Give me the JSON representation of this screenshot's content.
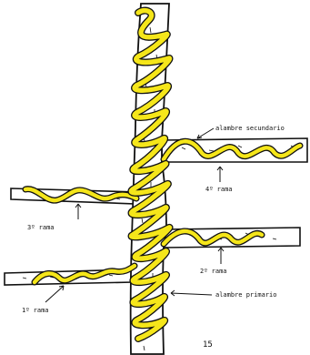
{
  "labels": {
    "secondary_wire": "alambre secundario",
    "primary_wire": "alambre primario",
    "branch_1": "1º rama",
    "branch_2": "2º rama",
    "branch_3": "3º rama",
    "branch_4": "4º rama",
    "page_number": "15"
  },
  "colors": {
    "wire": "#f5e61a",
    "wire_outline": "#111111",
    "bark": "#ffffff",
    "ink": "#111111"
  },
  "icons": {
    "arrow": "arrow-icon"
  }
}
